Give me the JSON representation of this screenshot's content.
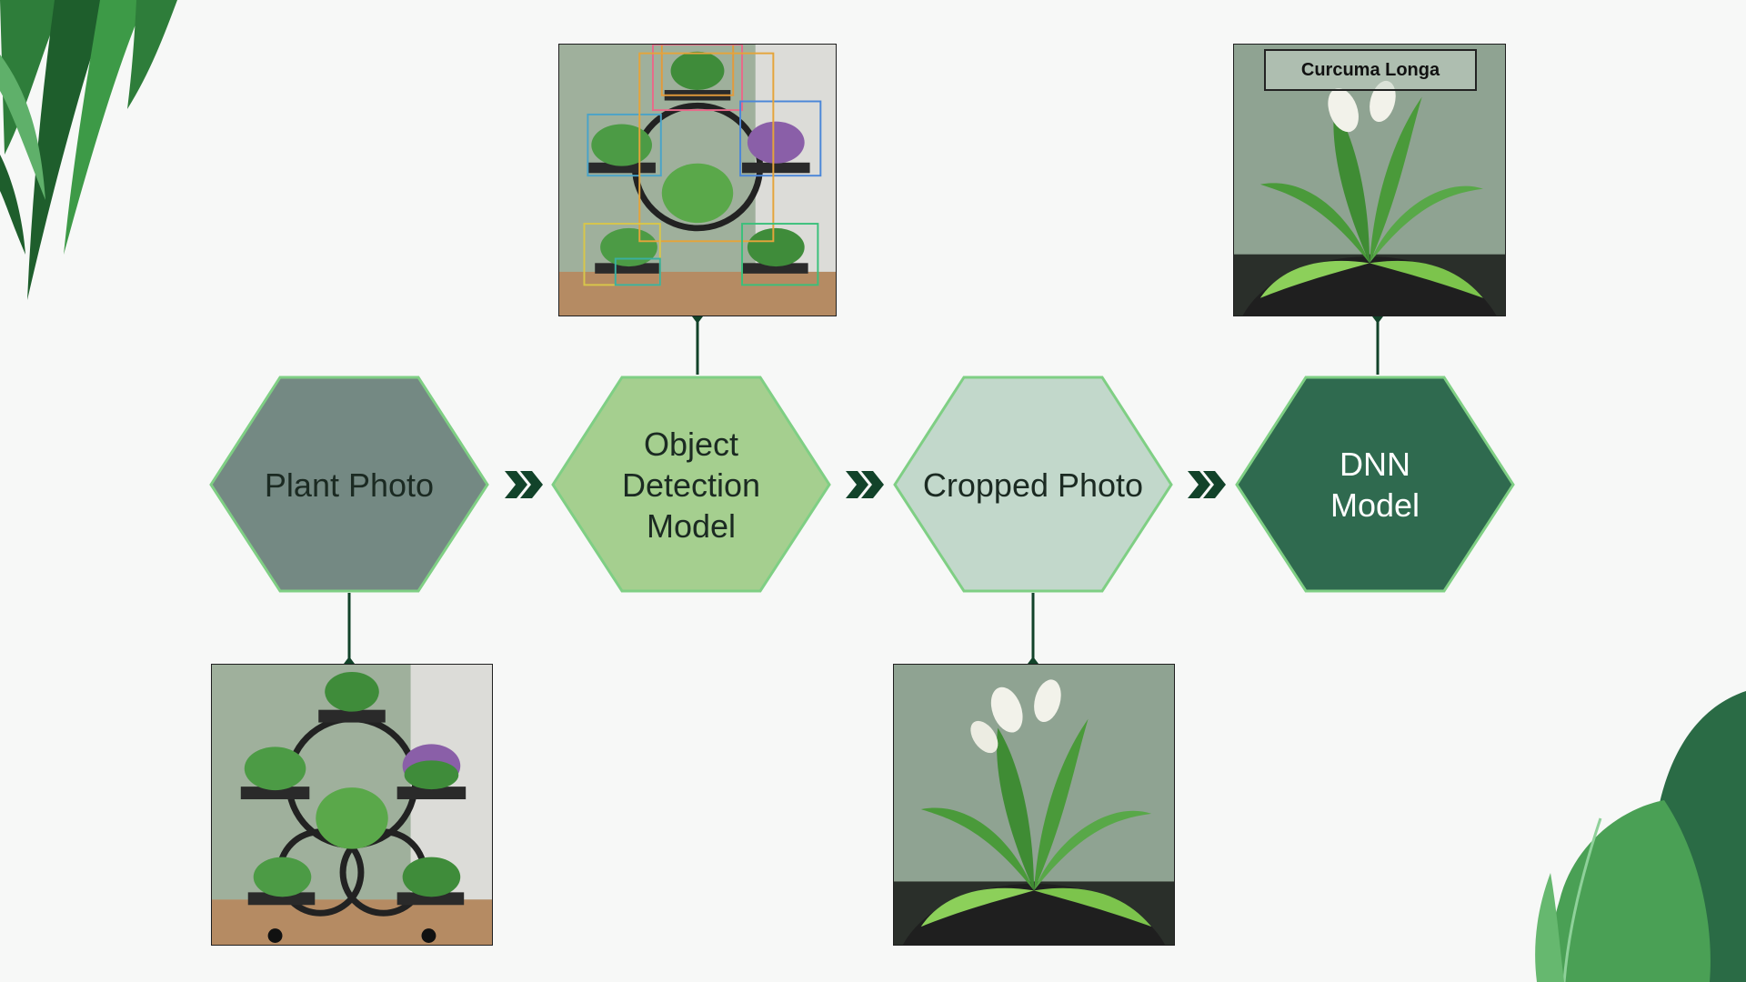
{
  "pipeline": {
    "steps": [
      {
        "label": "Plant Photo",
        "fill": "#748983",
        "text_color": "#1b2a22"
      },
      {
        "label": "Object\nDetection\nModel",
        "fill": "#a5cf8f",
        "text_color": "#1b2a22"
      },
      {
        "label": "Cropped Photo",
        "fill": "#c2d8cb",
        "text_color": "#1b2a22"
      },
      {
        "label": "DNN\nModel",
        "fill": "#2f6a4f",
        "text_color": "#ffffff"
      }
    ],
    "outline_color": "#7fcf84",
    "arrow_color": "#12432a",
    "connector_color": "#12432a"
  },
  "images": {
    "plant_photo": {
      "icon": "plant-stand-photo"
    },
    "detection_output": {
      "icon": "detection-boxes-photo"
    },
    "cropped_photo": {
      "icon": "peace-lily-photo"
    },
    "classification_output": {
      "icon": "classified-plant-photo",
      "label": "Curcuma Longa"
    }
  },
  "decor": {
    "top_left": "palm-leaves-icon",
    "bottom_right": "tropical-leaves-icon"
  }
}
